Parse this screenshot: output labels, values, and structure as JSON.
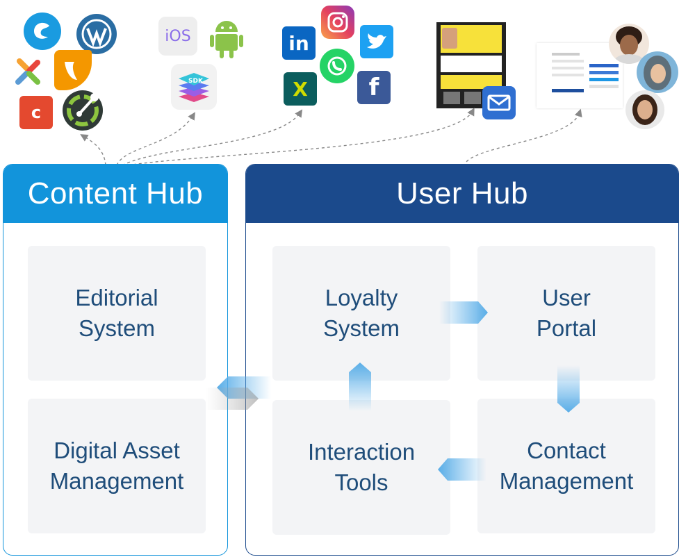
{
  "content_hub": {
    "title": "Content Hub",
    "color": "#1294db",
    "modules": [
      {
        "label": "Editorial\nSystem"
      },
      {
        "label": "Digital Asset\nManagement"
      }
    ]
  },
  "user_hub": {
    "title": "User Hub",
    "color": "#1b4a8c",
    "modules": [
      {
        "label": "Loyalty\nSystem"
      },
      {
        "label": "User\nPortal"
      },
      {
        "label": "Interaction\nTools"
      },
      {
        "label": "Contact\nManagement"
      }
    ]
  },
  "channels": {
    "cms": [
      "shopware-icon",
      "wordpress-icon",
      "joomla-icon",
      "typo3-icon",
      "contao-icon",
      "craft-icon"
    ],
    "apps": {
      "ios_label": "iOS",
      "sdk_label": "SDK",
      "icons": [
        "ios-icon",
        "android-icon",
        "sdk-icon"
      ]
    },
    "social": {
      "linkedin_label": "in",
      "xing_label": "X",
      "facebook_label": "f",
      "icons": [
        "linkedin-icon",
        "instagram-icon",
        "twitter-icon",
        "whatsapp-icon",
        "xing-icon",
        "facebook-icon"
      ]
    },
    "newsletter": {
      "icons": [
        "newsletter-preview",
        "mail-icon"
      ]
    },
    "portal": {
      "icons": [
        "signup-form-preview",
        "avatar-1",
        "avatar-2",
        "avatar-3"
      ]
    }
  },
  "colors": {
    "flow_arrow": "#5aaee8",
    "module_bg": "#f3f4f6",
    "module_text": "#1f4d7a"
  }
}
